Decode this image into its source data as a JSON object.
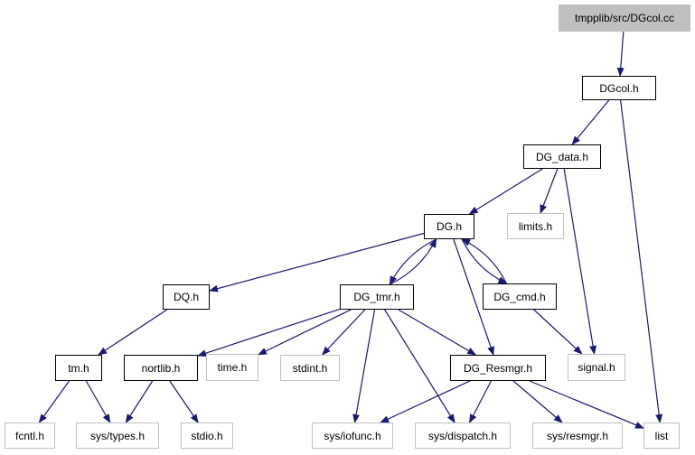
{
  "nodes": {
    "dgcol_cc": {
      "label": "tmpplib/src/DGcol.cc",
      "kind": "root"
    },
    "dgcol_h": {
      "label": "DGcol.h",
      "kind": "local"
    },
    "dg_data_h": {
      "label": "DG_data.h",
      "kind": "local"
    },
    "dg_h": {
      "label": "DG.h",
      "kind": "local"
    },
    "limits_h": {
      "label": "limits.h",
      "kind": "system"
    },
    "dq_h": {
      "label": "DQ.h",
      "kind": "local"
    },
    "dg_tmr_h": {
      "label": "DG_tmr.h",
      "kind": "local"
    },
    "dg_cmd_h": {
      "label": "DG_cmd.h",
      "kind": "local"
    },
    "tm_h": {
      "label": "tm.h",
      "kind": "local"
    },
    "nortlib_h": {
      "label": "nortlib.h",
      "kind": "local"
    },
    "time_h": {
      "label": "time.h",
      "kind": "system"
    },
    "stdint_h": {
      "label": "stdint.h",
      "kind": "system"
    },
    "dg_resmgr_h": {
      "label": "DG_Resmgr.h",
      "kind": "local"
    },
    "signal_h": {
      "label": "signal.h",
      "kind": "system"
    },
    "fcntl_h": {
      "label": "fcntl.h",
      "kind": "system"
    },
    "sys_types_h": {
      "label": "sys/types.h",
      "kind": "system"
    },
    "stdio_h": {
      "label": "stdio.h",
      "kind": "system"
    },
    "sys_iofunc_h": {
      "label": "sys/iofunc.h",
      "kind": "system"
    },
    "sys_dispatch_h": {
      "label": "sys/dispatch.h",
      "kind": "system"
    },
    "sys_resmgr_h": {
      "label": "sys/resmgr.h",
      "kind": "system"
    },
    "list": {
      "label": "list",
      "kind": "system"
    }
  },
  "edges": [
    {
      "from": "dgcol_cc",
      "to": "dgcol_h"
    },
    {
      "from": "dgcol_h",
      "to": "dg_data_h"
    },
    {
      "from": "dgcol_h",
      "to": "list"
    },
    {
      "from": "dg_data_h",
      "to": "dg_h"
    },
    {
      "from": "dg_data_h",
      "to": "limits_h"
    },
    {
      "from": "dg_data_h",
      "to": "signal_h"
    },
    {
      "from": "dg_h",
      "to": "dq_h"
    },
    {
      "from": "dg_h",
      "to": "dg_tmr_h"
    },
    {
      "from": "dg_h",
      "to": "dg_cmd_h"
    },
    {
      "from": "dg_h",
      "to": "dg_resmgr_h"
    },
    {
      "from": "dg_tmr_h",
      "to": "dg_h"
    },
    {
      "from": "dg_cmd_h",
      "to": "dg_h"
    },
    {
      "from": "dg_cmd_h",
      "to": "signal_h"
    },
    {
      "from": "dq_h",
      "to": "tm_h"
    },
    {
      "from": "dg_tmr_h",
      "to": "nortlib_h"
    },
    {
      "from": "dg_tmr_h",
      "to": "time_h"
    },
    {
      "from": "dg_tmr_h",
      "to": "stdint_h"
    },
    {
      "from": "dg_tmr_h",
      "to": "dg_resmgr_h"
    },
    {
      "from": "dg_tmr_h",
      "to": "sys_iofunc_h"
    },
    {
      "from": "dg_tmr_h",
      "to": "sys_dispatch_h"
    },
    {
      "from": "tm_h",
      "to": "fcntl_h"
    },
    {
      "from": "tm_h",
      "to": "sys_types_h"
    },
    {
      "from": "nortlib_h",
      "to": "sys_types_h"
    },
    {
      "from": "nortlib_h",
      "to": "stdio_h"
    },
    {
      "from": "dg_resmgr_h",
      "to": "sys_iofunc_h"
    },
    {
      "from": "dg_resmgr_h",
      "to": "sys_dispatch_h"
    },
    {
      "from": "dg_resmgr_h",
      "to": "sys_resmgr_h"
    },
    {
      "from": "dg_resmgr_h",
      "to": "list"
    }
  ],
  "colors": {
    "edge": "#191970",
    "local_border": "#000000",
    "system_border": "#c0c0c0",
    "root_fill": "#bfbfbf"
  }
}
